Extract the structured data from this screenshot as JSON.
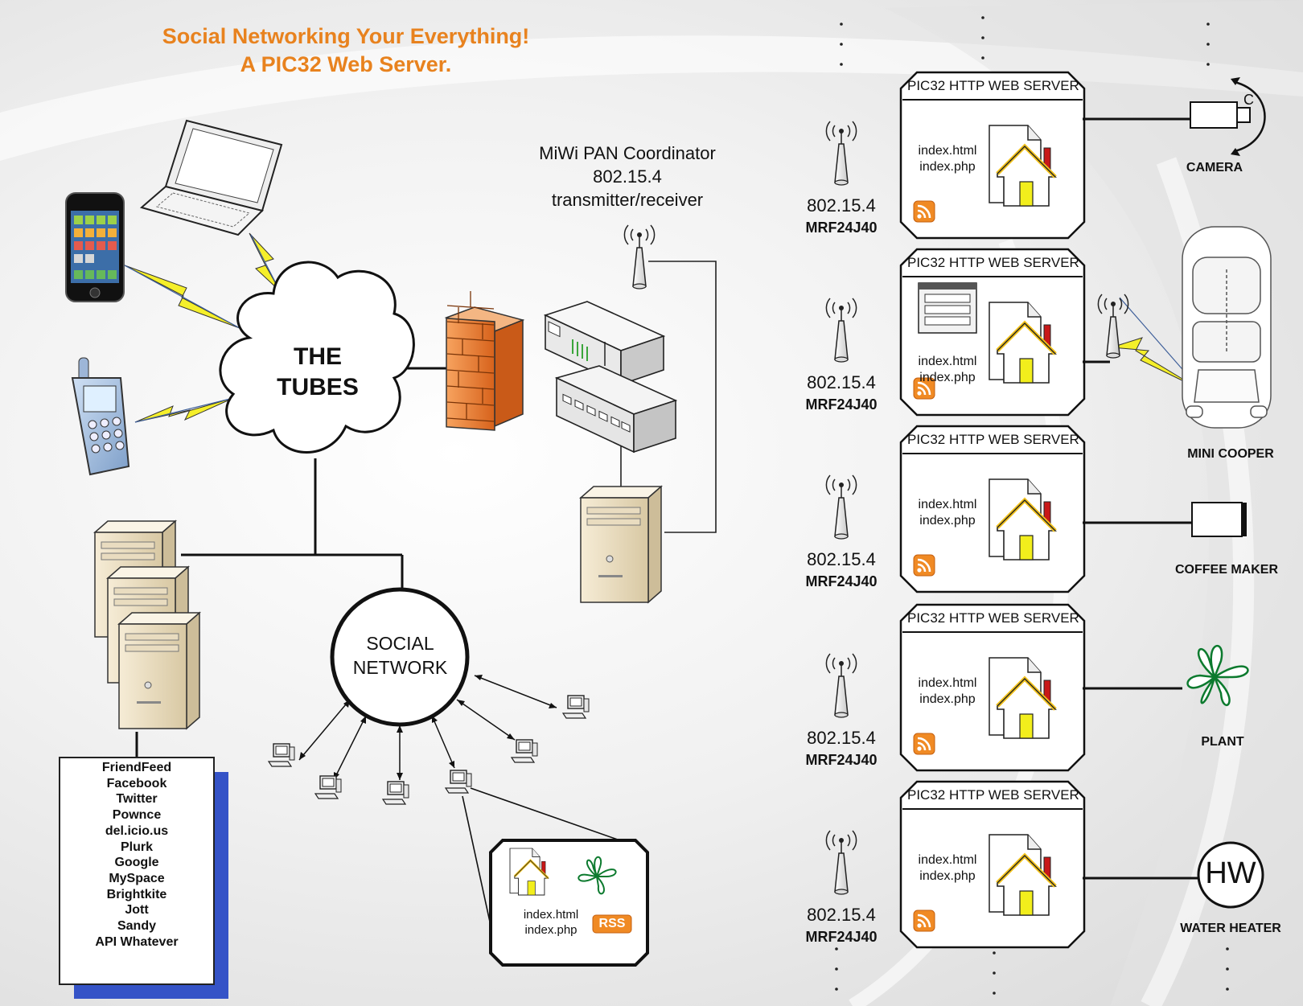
{
  "title": {
    "line1": "Social Networking Your Everything!",
    "line2": "A PIC32 Web Server."
  },
  "cloud": {
    "line1": "THE",
    "line2": "TUBES"
  },
  "social_network": {
    "line1": "SOCIAL",
    "line2": "NETWORK"
  },
  "coordinator": {
    "line1": "MiWi PAN Coordinator",
    "line2": "802.15.4",
    "line3": "transmitter/receiver"
  },
  "services": [
    "FriendFeed",
    "Facebook",
    "Twitter",
    "Pownce",
    "del.icio.us",
    "Plurk",
    "Google",
    "MySpace",
    "Brightkite",
    "Jott",
    "Sandy",
    "API Whatever"
  ],
  "rss_card": {
    "file1": "index.html",
    "file2": "index.php",
    "rss": "RSS"
  },
  "servers": [
    {
      "title": "PIC32 HTTP WEB SERVER",
      "file1": "index.html",
      "file2": "index.php",
      "freq": "802.15.4",
      "module": "MRF24J40",
      "device": "CAMERA",
      "device_icon": "camera-icon"
    },
    {
      "title": "PIC32 HTTP WEB SERVER",
      "file1": "index.html",
      "file2": "index.php",
      "freq": "802.15.4",
      "module": "MRF24J40",
      "device": "MINI COOPER",
      "device_icon": "car-icon"
    },
    {
      "title": "PIC32 HTTP WEB SERVER",
      "file1": "index.html",
      "file2": "index.php",
      "freq": "802.15.4",
      "module": "MRF24J40",
      "device": "COFFEE MAKER",
      "device_icon": "coffee-maker-icon"
    },
    {
      "title": "PIC32 HTTP WEB SERVER",
      "file1": "index.html",
      "file2": "index.php",
      "freq": "802.15.4",
      "module": "MRF24J40",
      "device": "PLANT",
      "device_icon": "plant-icon"
    },
    {
      "title": "PIC32 HTTP WEB SERVER",
      "file1": "index.html",
      "file2": "index.php",
      "freq": "802.15.4",
      "module": "MRF24J40",
      "device": "WATER HEATER",
      "device_icon": "water-heater-icon"
    }
  ],
  "water_heater_symbol": "HW",
  "colors": {
    "title": "#e8821e",
    "firewall": "#e9782a",
    "bolt": "#f5ef2a",
    "house_door": "#f2ee1c",
    "rss": "#f08a24"
  }
}
